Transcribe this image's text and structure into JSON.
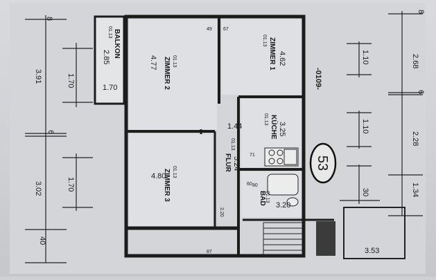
{
  "plan": {
    "apartment_number": "53",
    "level_label": "-0109-",
    "rooms": [
      {
        "name": "BALKON",
        "code": "01.13",
        "area": "2.85"
      },
      {
        "name": "ZIMMER 2",
        "code": "01.13",
        "area": "4.77"
      },
      {
        "name": "ZIMMER 1",
        "code": "01.13",
        "area": "4.62"
      },
      {
        "name": "KÜCHE",
        "code": "01.13",
        "area": "3.25"
      },
      {
        "name": "ZIMMER 3",
        "code": "01.13",
        "area": "4.80"
      },
      {
        "name": "FLUR",
        "code": "01.13",
        "area": "5.24"
      },
      {
        "name": "BAD",
        "code": "01.13",
        "area": "3.20"
      }
    ],
    "left_dimensions": {
      "outer_top": "3.91",
      "outer_bottom": "3.02",
      "outer_last": "40",
      "inner_top": "1.70",
      "inner_bottom": "1.70",
      "balkon_width": "1.70",
      "top_mark": "8",
      "mid_mark": "6"
    },
    "right_dimensions": {
      "outer_top": "2.68",
      "outer_mid": "2.28",
      "outer_bottom": "1.34",
      "inner_top": "1.10",
      "inner_mid": "1.10",
      "inner_bottom": "30",
      "top_mark": "8",
      "mid_mark": "6",
      "bottom_mark": "3.53"
    },
    "misc_labels": {
      "hall_size": "1.44",
      "kitchen_small": "71",
      "bath_small": "60",
      "stair_small": "87",
      "room1_small": "67",
      "room2_small": "49",
      "wall_note": "2.20",
      "bad_note": "80"
    }
  }
}
